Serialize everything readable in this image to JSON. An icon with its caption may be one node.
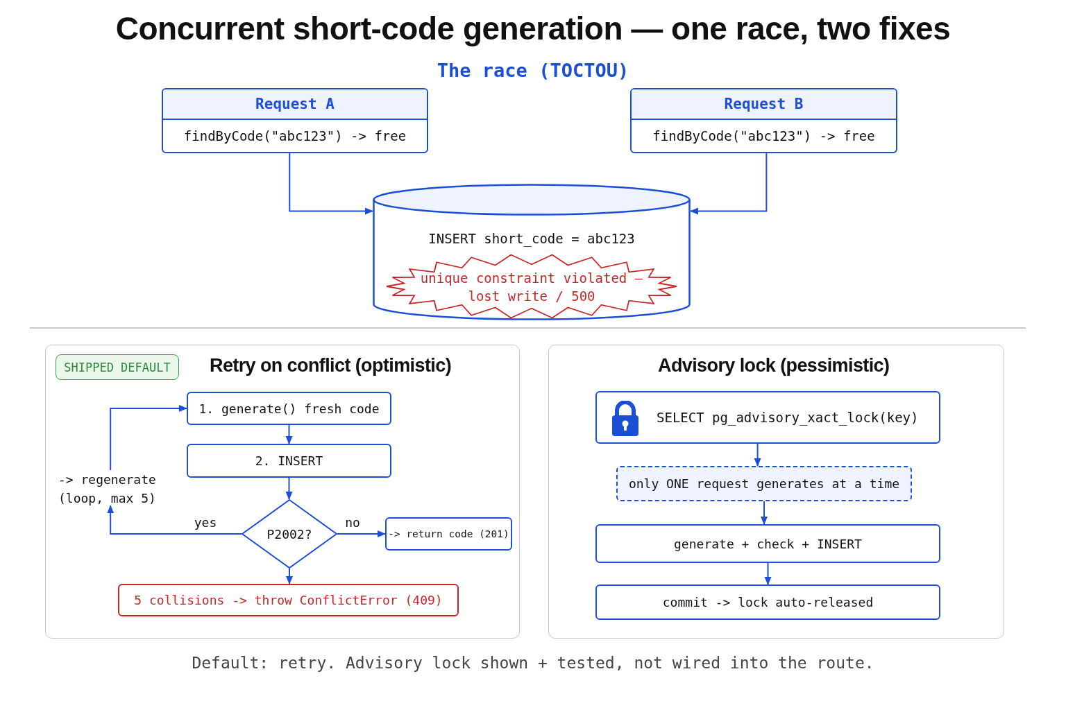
{
  "diagram": {
    "title": "Concurrent short-code generation — one race, two fixes",
    "caption": "Default: retry. Advisory lock shown + tested, not wired into the route.",
    "nodes": [
      {
        "text": [
          "Request A",
          "findByCode(\"abc123\") -> free"
        ]
      },
      {
        "text": [
          "Request B",
          "findByCode(\"abc123\") -> free"
        ]
      },
      {
        "text": [
          "INSERT short_code = abc123"
        ]
      },
      {
        "text": [
          "unique constraint violated — lost write / 500"
        ],
        "in": 2
      },
      {
        "text": [
          "Retry on conflict (optimistic)"
        ]
      },
      {
        "text": [
          "SHIPPED DEFAULT"
        ],
        "in": 4
      },
      {
        "text": [
          "1. generate() fresh code"
        ],
        "in": 4
      },
      {
        "text": [
          "2. INSERT"
        ],
        "in": 4
      },
      {
        "text": [
          "P2002?"
        ],
        "in": 4
      },
      {
        "text": [
          "-> return code (201)"
        ],
        "in": 4
      },
      {
        "text": [
          "5 collisions -> throw ConflictError (409)"
        ],
        "in": 4
      },
      {
        "text": [
          "-> regenerate (loop, max 5)"
        ],
        "in": 4
      },
      {
        "text": [
          "Advisory lock (pessimistic)"
        ]
      },
      {
        "text": [
          "SELECT pg_advisory_xact_lock(key)"
        ],
        "in": 12
      },
      {
        "text": [
          "only ONE request generates at a time"
        ],
        "in": 12
      },
      {
        "text": [
          "generate + check + INSERT"
        ],
        "in": 12
      },
      {
        "text": [
          "commit -> lock auto-released"
        ],
        "in": 12
      }
    ],
    "edges": [
      {
        "from": 0,
        "to": 2,
        "arrow": "to"
      },
      {
        "from": 1,
        "to": 2,
        "arrow": "to"
      },
      {
        "from": 6,
        "to": 7,
        "arrow": "to"
      },
      {
        "from": 7,
        "to": 8,
        "arrow": "to"
      },
      {
        "from": 8,
        "to": 11,
        "arrow": "to",
        "label": "yes"
      },
      {
        "from": 11,
        "to": 6,
        "arrow": "to"
      },
      {
        "from": 8,
        "to": 9,
        "arrow": "to",
        "label": "no"
      },
      {
        "from": 8,
        "to": 10,
        "arrow": "to"
      },
      {
        "from": 13,
        "to": 14,
        "arrow": "to"
      },
      {
        "from": 14,
        "to": 15,
        "arrow": "to"
      },
      {
        "from": 15,
        "to": 16,
        "arrow": "to"
      }
    ],
    "labels": [
      "The race (TOCTOU)"
    ]
  }
}
